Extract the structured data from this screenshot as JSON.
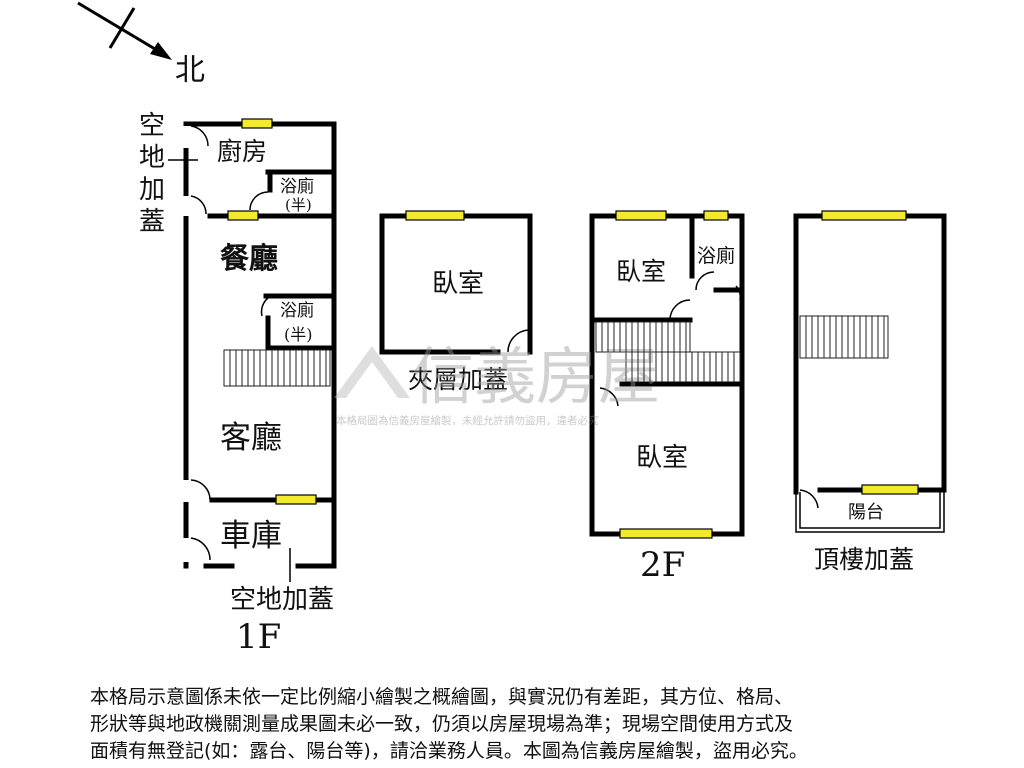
{
  "compass": {
    "north_label": "北"
  },
  "floor_1": {
    "level_label": "1F",
    "side_annex_label": [
      "空",
      "地",
      "加",
      "蓋"
    ],
    "front_annex_label": "空地加蓋",
    "rooms": {
      "kitchen": "廚房",
      "bath_half_upper": "浴廁",
      "bath_half_upper_sub": "(半)",
      "dining": "餐廳",
      "bath_half_lower": "浴廁",
      "bath_half_lower_sub": "(半)",
      "living": "客廳",
      "garage": "車庫"
    }
  },
  "mezzanine": {
    "room": "臥室",
    "label": "夾層加蓋"
  },
  "floor_2": {
    "level_label": "2F",
    "rooms": {
      "bedroom_upper": "臥室",
      "bath": "浴廁",
      "bedroom_lower": "臥室"
    }
  },
  "rooftop": {
    "label": "頂樓加蓋",
    "balcony": "陽台"
  },
  "watermark": {
    "brand": "信義房屋",
    "notice": "本格局圖為信義房屋繪製，未經允許請勿盜用，違者必究"
  },
  "disclaimer": {
    "lines": [
      "本格局示意圖係未依一定比例縮小繪製之概繪圖，與實況仍有差距，其方位、格局、",
      "形狀等與地政機關測量成果圖未必一致，仍須以房屋現場為準；現場空間使用方式及",
      "面積有無登記(如：露台、陽台等)，請洽業務人員。本圖為信義房屋繪製，盜用必究。"
    ]
  }
}
